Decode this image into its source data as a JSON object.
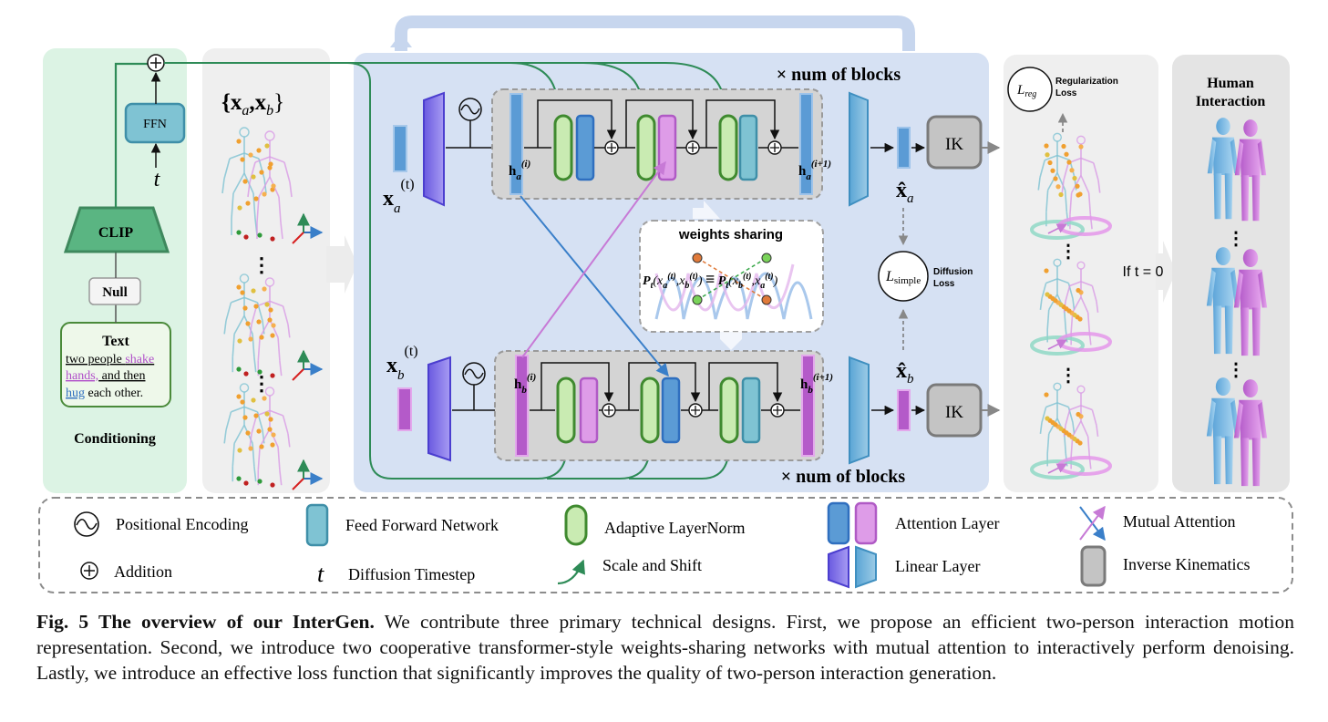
{
  "conditioning": {
    "title": "Conditioning",
    "text_box_title": "Text",
    "text_line1_a": "two people ",
    "text_line1_b": "shake",
    "text_line2_a": "hands,",
    "text_line2_b": " and then",
    "text_line3_a": "hug",
    "text_line3_b": " each other.",
    "null_label": "Null",
    "clip_label": "CLIP",
    "ffn_label": "FFN",
    "timestep_symbol": "t"
  },
  "motion_panel": {
    "title": "{x",
    "title_a": "a",
    "title_sep": ",x",
    "title_b": "b",
    "title_end": "}",
    "dots": "⋮"
  },
  "main": {
    "num_blocks_top": "× num of blocks",
    "num_blocks_bottom": "× num of blocks",
    "x_a": "x",
    "x_a_sub": "a",
    "x_a_sup": "(t)",
    "x_b": "x",
    "x_b_sub": "b",
    "x_b_sup": "(t)",
    "h_a_in": "h",
    "h_a_in_sub": "a",
    "h_a_in_sup": "(i)",
    "h_a_out_sup": "(i+1)",
    "h_b_in": "h",
    "h_b_in_sub": "b",
    "h_b_in_sup": "(i)",
    "h_b_out_sup": "(i+1)",
    "xhat_a": "x̂",
    "xhat_a_sub": "a",
    "xhat_b": "x̂",
    "xhat_b_sub": "b",
    "ik_top": "IK",
    "ik_bottom": "IK",
    "weights_sharing": "weights sharing",
    "weights_formula_left": "P",
    "weights_formula_eq": "≡",
    "l_simple": "L",
    "l_simple_sub": "simple",
    "diffusion_loss_1": "Diffusion",
    "diffusion_loss_2": "Loss"
  },
  "regularization": {
    "l_reg": "L",
    "l_reg_sub": "reg",
    "label_1": "Regularization",
    "label_2": "Loss",
    "if_t0": "If t = 0",
    "dots": "⋮"
  },
  "interaction": {
    "title_1": "Human",
    "title_2": "Interaction",
    "dots": "⋮"
  },
  "legend": {
    "positional_encoding": "Positional Encoding",
    "addition": "Addition",
    "feed_forward": "Feed Forward Network",
    "diffusion_timestep": "Diffusion Timestep",
    "adaptive_layernorm": "Adaptive LayerNorm",
    "scale_shift": "Scale and Shift",
    "attention_layer": "Attention Layer",
    "linear_layer": "Linear Layer",
    "mutual_attention": "Mutual Attention",
    "inverse_kinematics": "Inverse Kinematics",
    "timestep_symbol": "t"
  },
  "caption": {
    "bold": "Fig. 5  The overview of our InterGen.",
    "text": " We contribute three primary technical designs. First, we propose an efficient two-person interaction motion representation. Second, we introduce two cooperative transformer-style weights-sharing networks with mutual attention to interactively perform denoising. Lastly, we introduce an effective loss function that significantly improves the quality of two-person interaction generation."
  },
  "colors": {
    "green_panel": "#dcf3e4",
    "gray_panel": "#efefef",
    "blue_panel": "#d6e1f3",
    "green_accent": "#2e8b57",
    "blue_attention": "#5b9bd5",
    "pink_attention": "#c77ad6",
    "teal_ffn": "#7fc3d3",
    "purple_linear": "#8f7fe8"
  }
}
